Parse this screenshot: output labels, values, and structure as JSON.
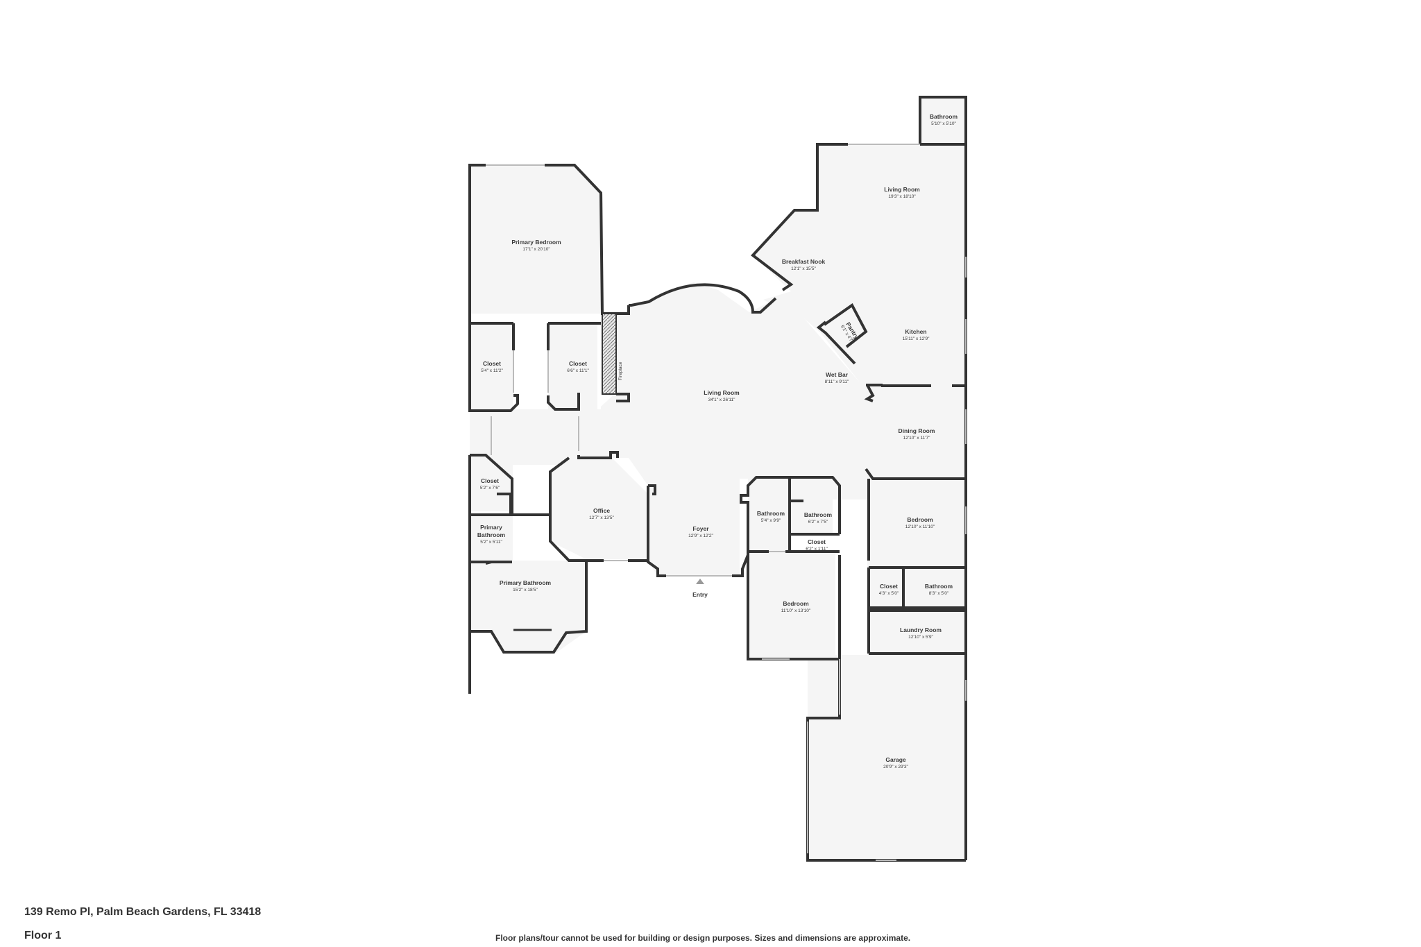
{
  "address": "139 Remo Pl, Palm Beach Gardens, FL 33418",
  "floor_label": "Floor 1",
  "disclaimer": "Floor plans/tour cannot be used for building or design purposes. Sizes and dimensions are approximate.",
  "entry_label": "Entry",
  "fireplace_label": "Fireplace",
  "rooms": {
    "bathroom_top": {
      "name": "Bathroom",
      "dims": "5'10\" x 5'10\""
    },
    "living_room_upper": {
      "name": "Living Room",
      "dims": "19'3\" x 18'10\""
    },
    "primary_bedroom": {
      "name": "Primary Bedroom",
      "dims": "17'1\" x 20'10\""
    },
    "breakfast_nook": {
      "name": "Breakfast Nook",
      "dims": "12'1\" x 15'5\""
    },
    "pantry": {
      "name": "Pantry",
      "dims": "6'1\" x 4'7\""
    },
    "kitchen": {
      "name": "Kitchen",
      "dims": "15'11\" x 12'9\""
    },
    "closet_left": {
      "name": "Closet",
      "dims": "5'4\" x 11'2\""
    },
    "closet_right": {
      "name": "Closet",
      "dims": "6'6\" x 11'1\""
    },
    "wet_bar": {
      "name": "Wet Bar",
      "dims": "8'11\" x 9'11\""
    },
    "living_room_main": {
      "name": "Living Room",
      "dims": "34'1\" x 26'11\""
    },
    "dining_room": {
      "name": "Dining Room",
      "dims": "12'10\" x 11'7\""
    },
    "closet_small": {
      "name": "Closet",
      "dims": "5'2\" x 7'6\""
    },
    "office": {
      "name": "Office",
      "dims": "12'7\" x 13'5\""
    },
    "bathroom_mid_left": {
      "name": "Bathroom",
      "dims": "5'4\" x 9'9\""
    },
    "bathroom_mid_right": {
      "name": "Bathroom",
      "dims": "6'2\" x 7'5\""
    },
    "bedroom_right": {
      "name": "Bedroom",
      "dims": "12'10\" x 11'10\""
    },
    "primary_bathroom_small": {
      "name_line1": "Primary",
      "name_line2": "Bathroom",
      "dims": "5'2\" x 5'11\""
    },
    "foyer": {
      "name": "Foyer",
      "dims": "12'9\" x 12'2\""
    },
    "closet_mid": {
      "name": "Closet",
      "dims": "6'2\" x 1'11\""
    },
    "primary_bathroom": {
      "name": "Primary Bathroom",
      "dims": "15'2\" x 18'5\""
    },
    "closet_lower_right": {
      "name": "Closet",
      "dims": "4'3\" x 5'0\""
    },
    "bathroom_lower_right": {
      "name": "Bathroom",
      "dims": "8'3\" x 5'0\""
    },
    "bedroom_lower": {
      "name": "Bedroom",
      "dims": "11'10\" x 13'10\""
    },
    "laundry_room": {
      "name": "Laundry Room",
      "dims": "12'10\" x 5'9\""
    },
    "garage": {
      "name": "Garage",
      "dims": "20'9\" x 29'3\""
    }
  }
}
